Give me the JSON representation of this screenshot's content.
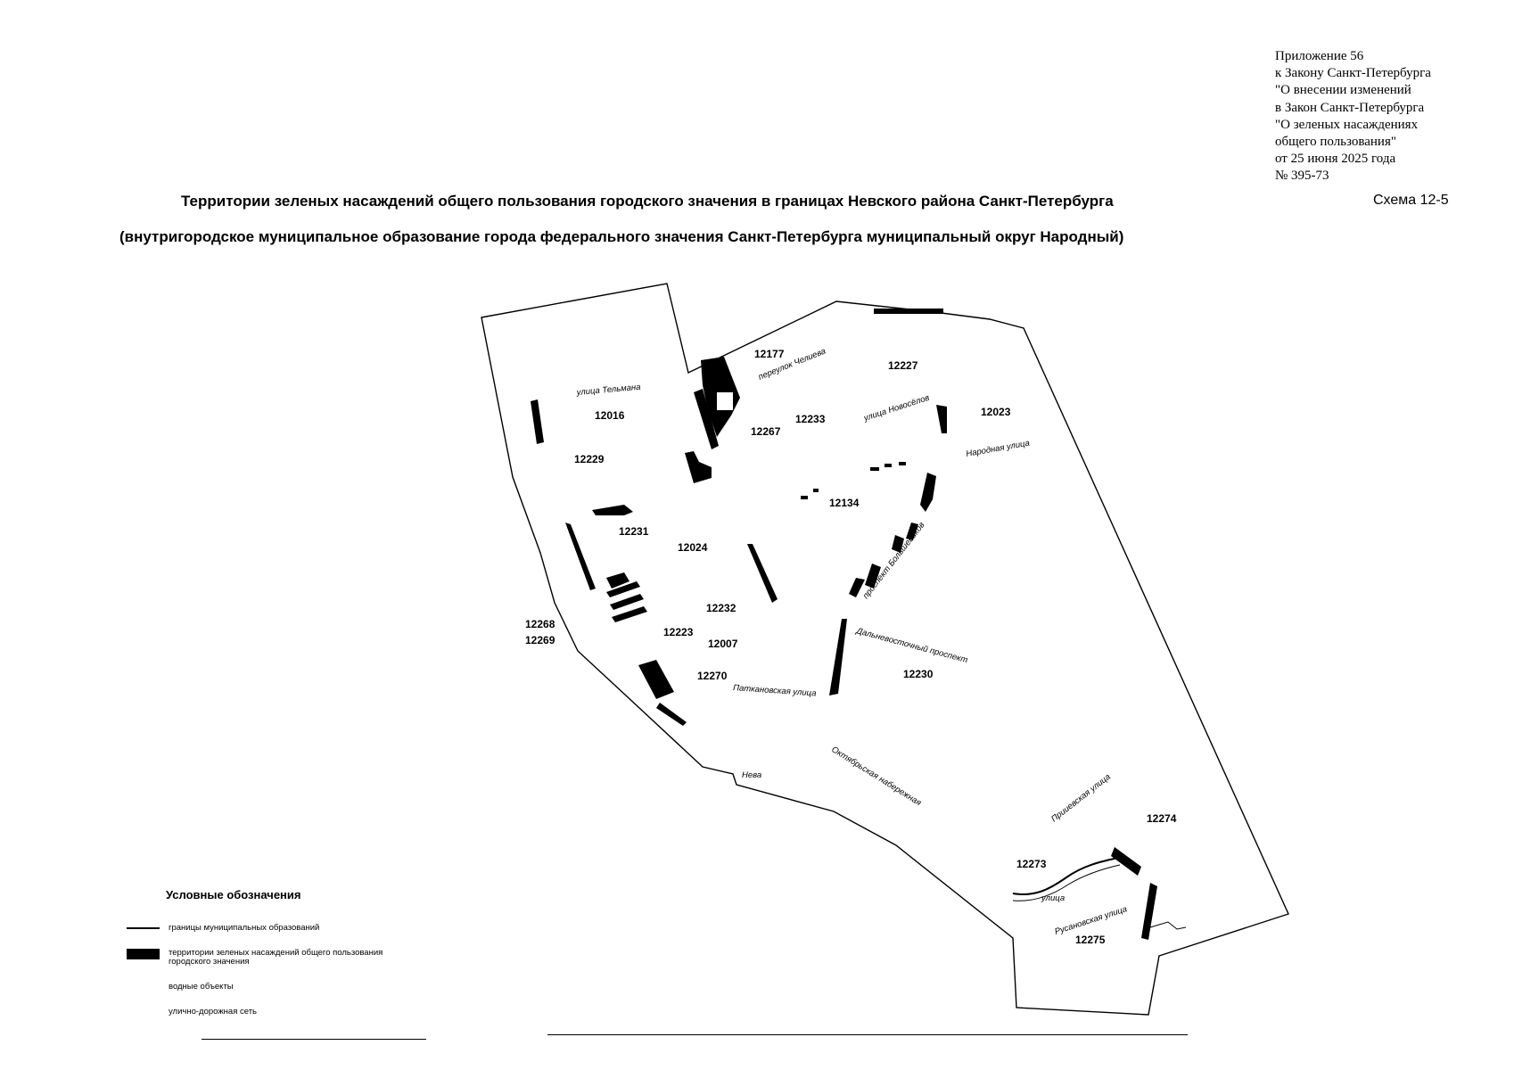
{
  "appendix": {
    "lines": [
      "Приложение 56",
      "к Закону Санкт-Петербурга",
      "\"О внесении изменений",
      "в Закон Санкт-Петербурга",
      "\"О зеленых насаждениях",
      "общего пользования\"",
      "от 25 июня 2025 года",
      "№ 395-73"
    ]
  },
  "title": {
    "line1": "Территории зеленых насаждений общего пользования городского значения в границах Невского района Санкт-Петербурга",
    "line2": "(внутригородское муниципальное образование города федерального значения Санкт-Петербурга муниципальный округ Народный)",
    "schema": "Схема 12-5"
  },
  "map": {
    "zones": {
      "z12177": "12177",
      "z12227": "12227",
      "z12016": "12016",
      "z12233": "12233",
      "z12023": "12023",
      "z12267": "12267",
      "z12229": "12229",
      "z12134": "12134",
      "z12231": "12231",
      "z12024": "12024",
      "z12232": "12232",
      "z12268": "12268",
      "z12269": "12269",
      "z12223": "12223",
      "z12007": "12007",
      "z12270": "12270",
      "z12230": "12230",
      "z12274": "12274",
      "z12273": "12273",
      "z12275": "12275"
    },
    "streets": {
      "telmana": "улица Тельмана",
      "chelieva": "переулок Челиева",
      "novoselov": "улица Новосёлов",
      "narodnaya": "Народная улица",
      "bolshevikov": "проспект Большевиков",
      "dalnevostochny": "Дальневосточный проспект",
      "pitkanovskaya": "Паткановская улица",
      "oktyabrskaya": "Октябрьская набережная",
      "neva": "Нева",
      "prinevskaya": "Прииевская улица",
      "rusanovskaya": "Русановская улица",
      "ulitsa": "улица"
    }
  },
  "legend": {
    "title": "Условные обозначения",
    "boundaries": "границы муниципальных образований",
    "green_line1": "территории зеленых насаждений общего пользования",
    "green_line2": "городского значения",
    "water": "водные объекты",
    "roads": "улично-дорожная сеть"
  }
}
